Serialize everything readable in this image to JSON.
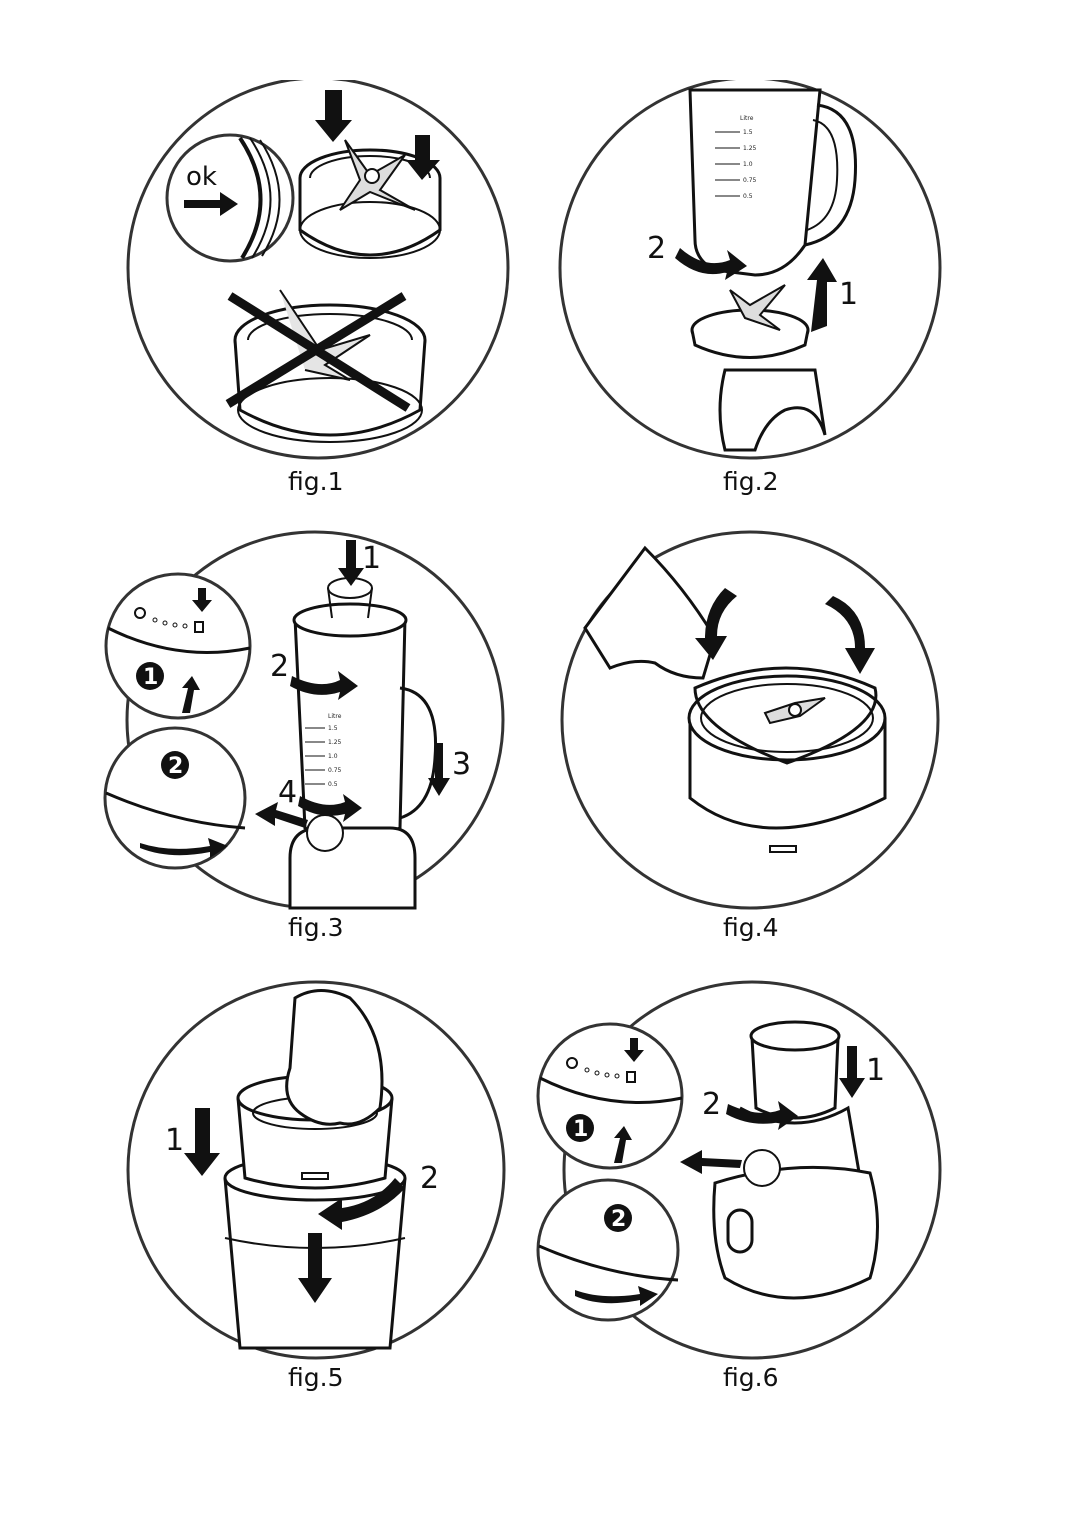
{
  "figures": [
    {
      "caption": "fig.1",
      "labels": {
        "ok": "ok"
      }
    },
    {
      "caption": "fig.2",
      "labels": {
        "step1": "1",
        "step2": "2",
        "scale_unit": "Litre",
        "scale": [
          "1.5",
          "1.25",
          "1.0",
          "0.75",
          "0.5"
        ]
      }
    },
    {
      "caption": "fig.3",
      "labels": {
        "step1": "1",
        "step2": "2",
        "step3": "3",
        "step4": "4",
        "badge1": "1",
        "badge2": "2",
        "scale_unit": "Litre",
        "scale": [
          "1.5",
          "1.25",
          "1.0",
          "0.75",
          "0.5"
        ]
      }
    },
    {
      "caption": "fig.4",
      "labels": {}
    },
    {
      "caption": "fig.5",
      "labels": {
        "step1": "1",
        "step2": "2"
      }
    },
    {
      "caption": "fig.6",
      "labels": {
        "step1": "1",
        "step2": "2",
        "badge1": "1",
        "badge2": "2"
      }
    }
  ],
  "colors": {
    "stroke": "#111111",
    "ring": "#333333",
    "fill": "#ffffff",
    "arrow": "#111111"
  },
  "icons": [
    "lock-closed-icon",
    "lock-open-icon",
    "arrow-icon",
    "cross-icon"
  ]
}
